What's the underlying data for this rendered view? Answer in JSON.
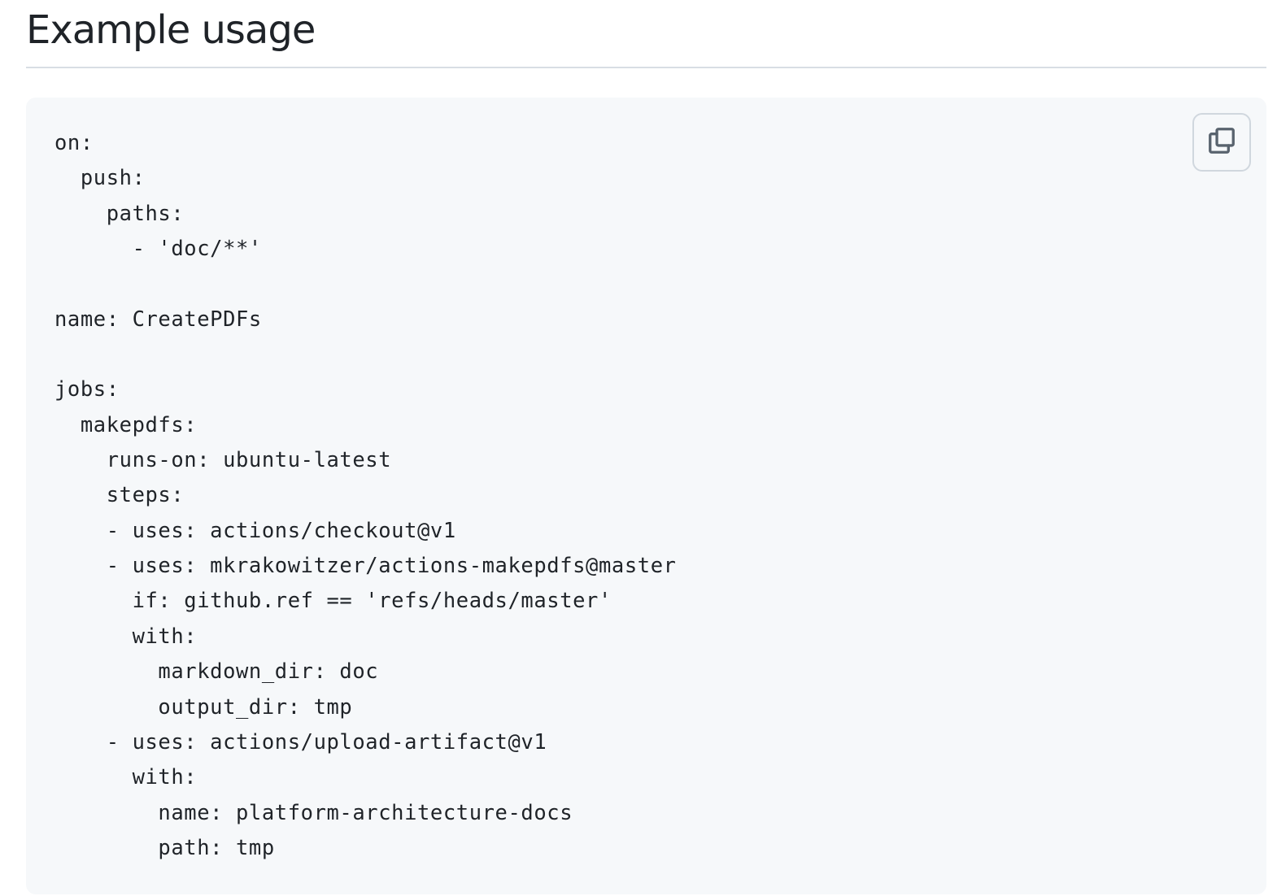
{
  "section": {
    "heading": "Example usage"
  },
  "code_block": {
    "language": "yaml",
    "copy_button_icon": "copy-icon",
    "lines": [
      "on:",
      "  push:",
      "    paths:",
      "      - 'doc/**'",
      "",
      "name: CreatePDFs",
      "",
      "jobs:",
      "  makepdfs:",
      "    runs-on: ubuntu-latest",
      "    steps:",
      "    - uses: actions/checkout@v1",
      "    - uses: mkrakowitzer/actions-makepdfs@master",
      "      if: github.ref == 'refs/heads/master'",
      "      with:",
      "        markdown_dir: doc",
      "        output_dir: tmp",
      "    - uses: actions/upload-artifact@v1",
      "      with:",
      "        name: platform-architecture-docs",
      "        path: tmp"
    ]
  },
  "colors": {
    "text": "#1f2328",
    "code_background": "#f6f8fa",
    "border": "#d0d7de",
    "rule": "#d8dee4",
    "icon": "#59636e"
  }
}
